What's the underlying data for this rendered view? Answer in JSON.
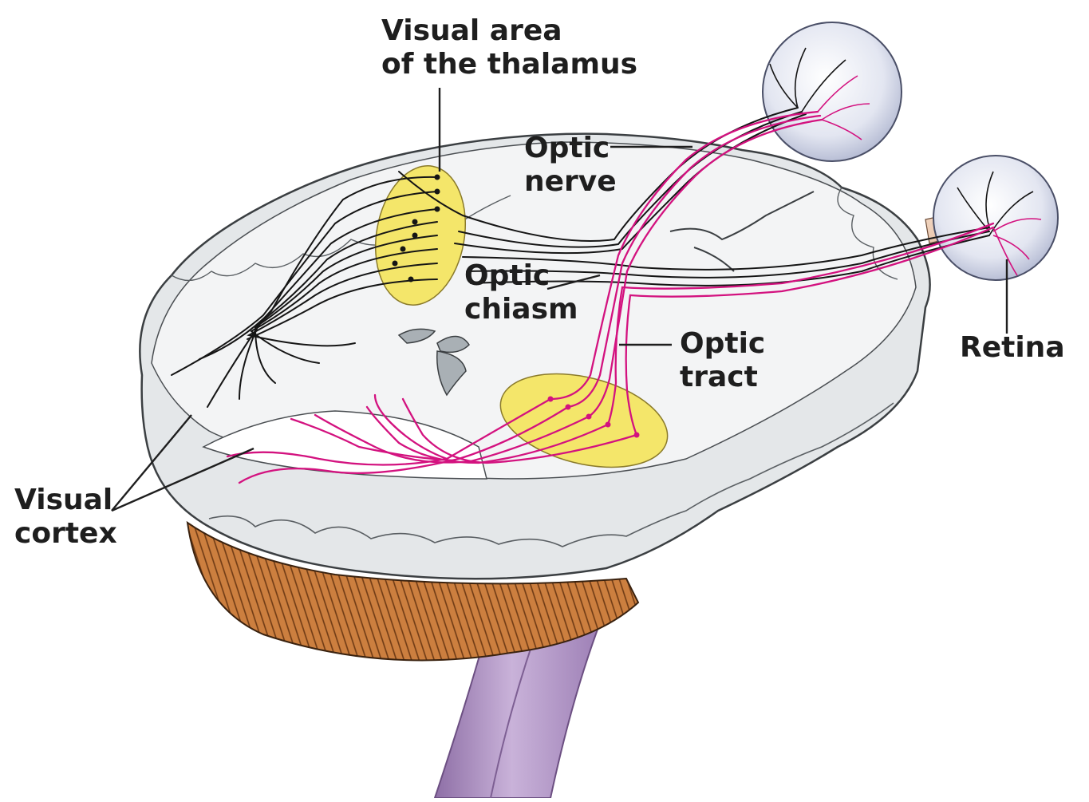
{
  "labels": {
    "thalamus": [
      "Visual area",
      "of the thalamus"
    ],
    "optic_nerve": [
      "Optic",
      "nerve"
    ],
    "optic_chiasm": [
      "Optic",
      "chiasm"
    ],
    "optic_tract": [
      "Optic",
      "tract"
    ],
    "retina": [
      "Retina"
    ],
    "visual_cortex": [
      "Visual",
      "cortex"
    ]
  },
  "colors": {
    "pathway_black": "#151515",
    "pathway_magenta": "#d3127f",
    "thalamus_yellow": "#f4e66a",
    "brain_gray": "#e4e7e9",
    "cerebellum_brown": "#c8783a",
    "brainstem_purple": "#b79cc8"
  }
}
